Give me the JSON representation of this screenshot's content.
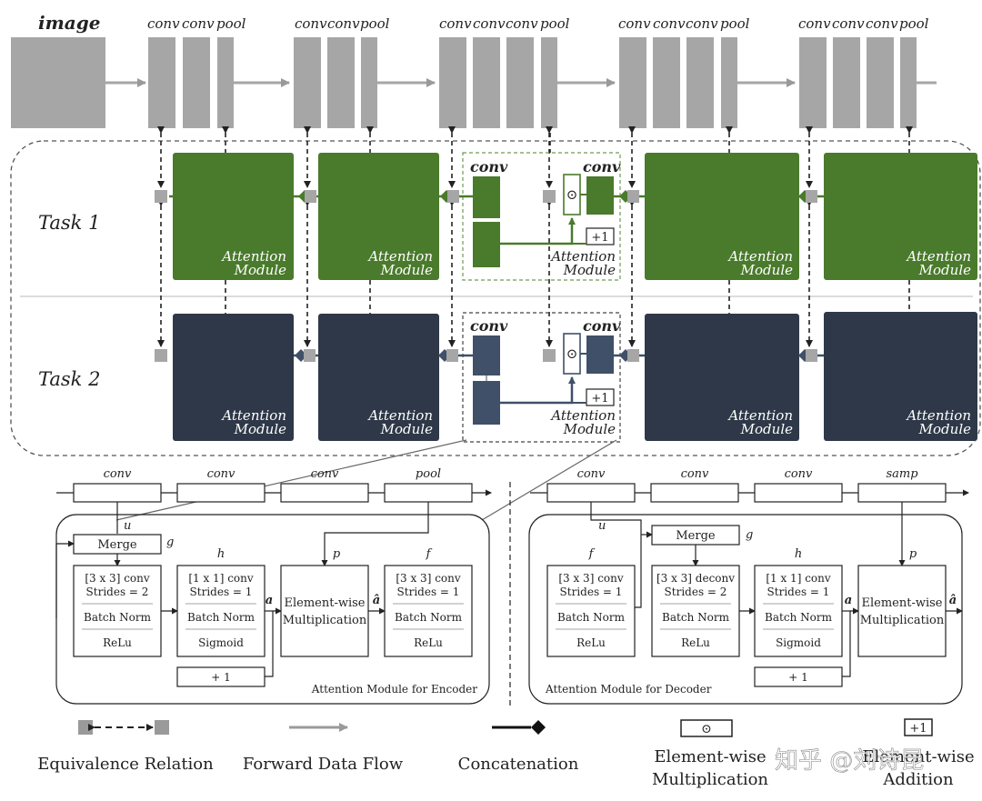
{
  "top": {
    "image_label": "image",
    "groups": [
      [
        "conv",
        "conv",
        "pool"
      ],
      [
        "conv",
        "conv",
        "pool"
      ],
      [
        "conv",
        "conv",
        "conv",
        "pool"
      ],
      [
        "conv",
        "conv",
        "conv",
        "pool"
      ],
      [
        "conv",
        "conv",
        "conv",
        "pool"
      ]
    ]
  },
  "tasks": {
    "task1": "Task 1",
    "task2": "Task 2",
    "module_line1": "Attention",
    "module_line2": "Module",
    "conv": "conv",
    "plus_one": "+1",
    "odot": "⊙"
  },
  "encoder": {
    "top_labels": [
      "conv",
      "conv",
      "conv",
      "pool"
    ],
    "u": "u",
    "g": "g",
    "h": "h",
    "f": "f",
    "p": "p",
    "a": "a",
    "a_hat": "â",
    "merge": "Merge",
    "block_f": [
      "[3 x 3] conv",
      "Strides = 2",
      "Batch Norm",
      "ReLu"
    ],
    "block_h": [
      "[1 x 1] conv",
      "Strides = 1",
      "Batch Norm",
      "Sigmoid"
    ],
    "block_mult": [
      "Element-wise",
      "Multiplication"
    ],
    "block_f2": [
      "[3 x 3] conv",
      "Strides = 1",
      "Batch Norm",
      "ReLu"
    ],
    "plus1": "+ 1",
    "title": "Attention Module for Encoder"
  },
  "decoder": {
    "top_labels": [
      "conv",
      "conv",
      "conv",
      "samp"
    ],
    "u": "u",
    "g": "g",
    "h": "h",
    "f": "f",
    "p": "p",
    "a": "a",
    "a_hat": "â",
    "merge": "Merge",
    "block_f": [
      "[3 x 3] conv",
      "Strides = 1",
      "Batch Norm",
      "ReLu"
    ],
    "block_g": [
      "[3 x 3] deconv",
      "Strides = 2",
      "Batch Norm",
      "ReLu"
    ],
    "block_h": [
      "[1 x 1] conv",
      "Strides = 1",
      "Batch Norm",
      "Sigmoid"
    ],
    "block_mult": [
      "Element-wise",
      "Multiplication"
    ],
    "plus1": "+ 1",
    "title": "Attention Module for Decoder"
  },
  "legend": {
    "equivalence": "Equivalence Relation",
    "forward": "Forward Data Flow",
    "concat": "Concatenation",
    "mult_line1": "Element-wise",
    "mult_line2": "Multiplication",
    "add_symbol": "+1",
    "add_line1": "Element-wise",
    "add_line2": "Addition",
    "odot": "⊙",
    "watermark": "知乎 @刘诗昆"
  },
  "colors": {
    "gray_block": "#a6a6a6",
    "green_module": "#4a7a2c",
    "navy_module": "#2e3848",
    "navy_small": "#3f5068",
    "separator": "#c8c8c8"
  }
}
